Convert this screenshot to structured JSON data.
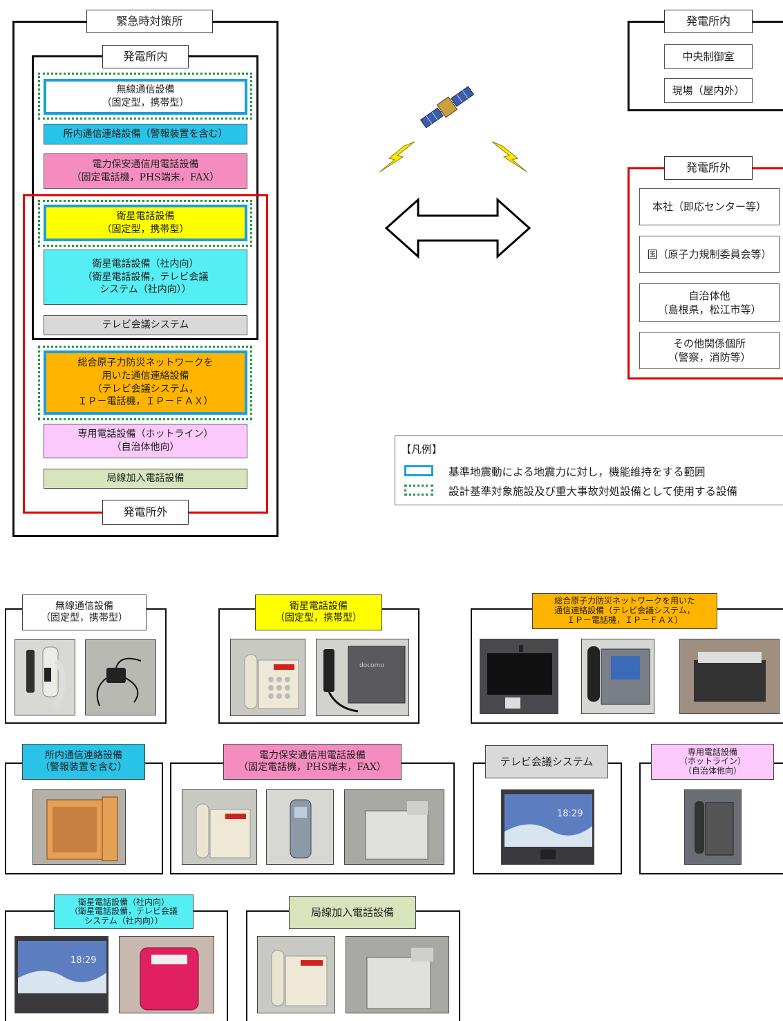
{
  "colors": {
    "seismic_blue": "#1a9fd8",
    "design_green": "#1a9a3a",
    "offsite_red": "#e30000",
    "cyan": "#29c3e8",
    "pink": "#f58cbf",
    "yellow": "#ffff00",
    "lightcyan": "#55eef5",
    "gray": "#d9d9d9",
    "orange": "#ffb400",
    "lightpink": "#fbc9fb",
    "olive": "#d8e4bc"
  },
  "left": {
    "outer_title": "緊急時対策所",
    "inner_title": "発電所内",
    "bottom_title": "発電所外",
    "boxes": [
      {
        "id": "musen",
        "text": "無線通信設備\n（固定型，携帯型）"
      },
      {
        "id": "shonai",
        "text": "所内通信連絡設備（警報装置を含む）"
      },
      {
        "id": "hoan",
        "text": "電力保安通信用電話設備\n（固定電話機，PHS端末，FAX）"
      },
      {
        "id": "eisei",
        "text": "衛星電話設備\n（固定型，携帯型）"
      },
      {
        "id": "eisei_sha",
        "text": "衛星電話設備（社内向）\n（衛星電話設備，テレビ会議\nシステム（社内向））"
      },
      {
        "id": "tv",
        "text": "テレビ会議システム"
      },
      {
        "id": "sogo",
        "text": "総合原子力防災ネットワークを\n用いた通信連絡設備\n（テレビ会議システム，\nＩＰ－電話機，ＩＰ－ＦＡＸ）"
      },
      {
        "id": "senyo",
        "text": "専用電話設備（ホットライン）\n（自治体他向）"
      },
      {
        "id": "kyokusen",
        "text": "局線加入電話設備"
      }
    ]
  },
  "right_top": {
    "title": "発電所内",
    "items": [
      "中央制御室",
      "現場（屋内外）"
    ]
  },
  "right_bottom": {
    "title": "発電所外",
    "items": [
      "本社（即応センター等）",
      "国（原子力規制委員会等）",
      "自治体他\n（島根県，松江市等）",
      "その他関係個所\n（警察，消防等）"
    ]
  },
  "legend": {
    "title": "【凡例】",
    "items": [
      {
        "icon": "seismic-range-icon",
        "text": "基準地震動による地震力に対し，機能維持をする範囲"
      },
      {
        "icon": "design-basis-icon",
        "text": "設計基準対象施設及び重大事故対処設備として使用する設備"
      }
    ]
  },
  "photos": {
    "musen": "無線通信設備\n（固定型，携帯型）",
    "eisei": "衛星電話設備\n（固定型，携帯型）",
    "sogo": "総合原子力防災ネットワークを用いた\n通信連絡設備（テレビ会議システム，\nＩＰ－電話機，ＩＰ－ＦＡＸ）",
    "shonai": "所内通信連絡設備\n（警報装置を含む）",
    "hoan": "電力保安通信用電話設備\n（固定電話機，PHS端末，FAX）",
    "tv": "テレビ会議システム",
    "senyo": "専用電話設備\n（ホットライン）\n（自治体他向）",
    "eisei_sha": "衛星電話設備（社内向）\n（衛星電話設備，テレビ会議\nシステム（社内向））",
    "kyokusen": "局線加入電話設備",
    "screen_time": "18:29",
    "docomo": "docomo"
  }
}
